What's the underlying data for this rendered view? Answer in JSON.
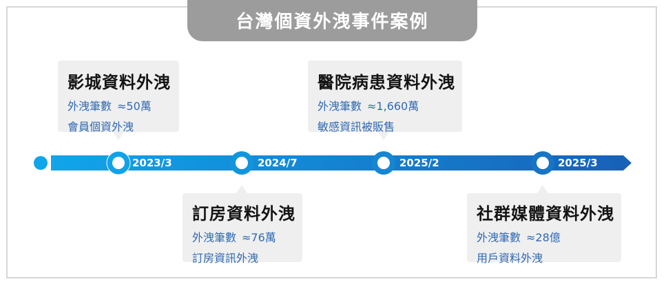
{
  "title": "台灣個資外洩事件案例",
  "colors": {
    "bar_start": "#11a5ea",
    "bar_end": "#1761b8",
    "card_bg": "#efefef",
    "title_bg": "#9c9c9c",
    "count_text": "#2f69b3"
  },
  "events": [
    {
      "date": "2023/3",
      "title": "影城資料外洩",
      "count_label": "外洩筆數",
      "count_value": "≈50萬",
      "desc": "會員個資外洩"
    },
    {
      "date": "2024/7",
      "title": "訂房資料外洩",
      "count_label": "外洩筆數",
      "count_value": "≈76萬",
      "desc": "訂房資訊外洩"
    },
    {
      "date": "2025/2",
      "title": "醫院病患資料外洩",
      "count_label": "外洩筆數",
      "count_value": "≈1,660萬",
      "desc": "敏感資訊被販售"
    },
    {
      "date": "2025/3",
      "title": "社群媒體資料外洩",
      "count_label": "外洩筆數",
      "count_value": "≈28億",
      "desc": "用戶資料外洩"
    }
  ]
}
